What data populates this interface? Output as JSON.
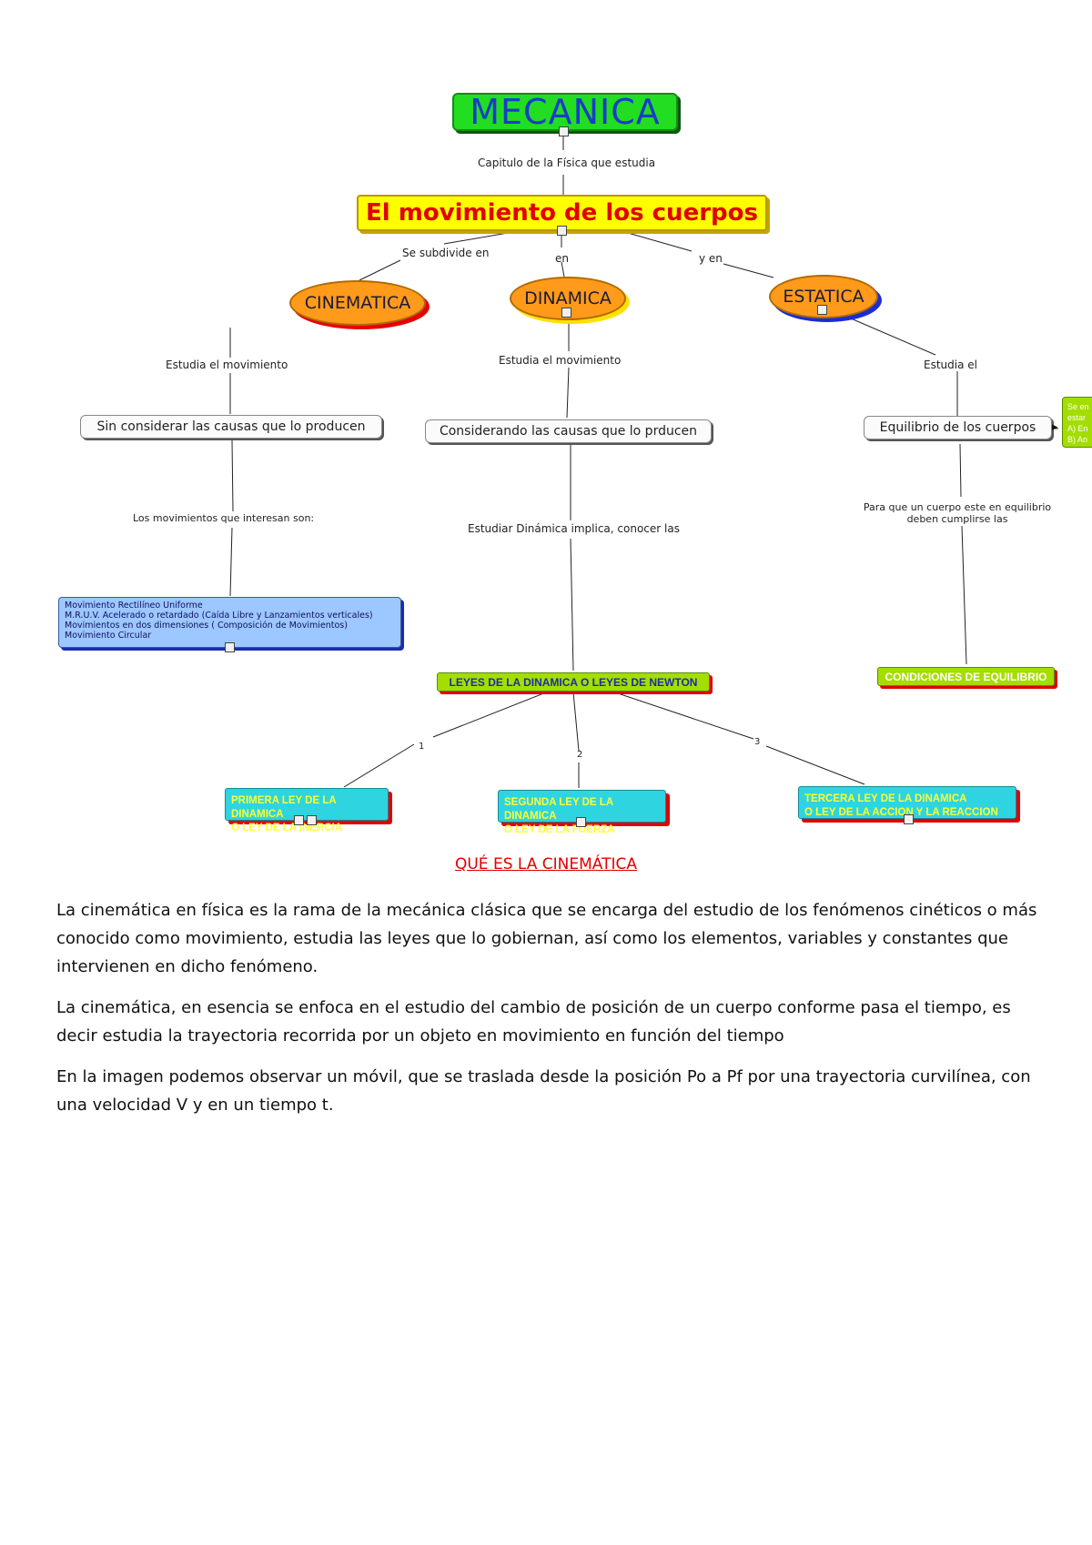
{
  "concept_map": {
    "root": "MECANICA",
    "root_link": "Capitulo de la Física que estudia",
    "topic": "El movimiento de los cuerpos",
    "branch_links": {
      "left": "Se subdivide en",
      "center": "en",
      "right": "y en"
    },
    "branches": {
      "cinematica": {
        "label": "CINEMATICA",
        "link1": "Estudia el movimiento",
        "box": "Sin considerar las causas que lo producen",
        "link2": "Los movimientos que interesan son:",
        "movements": [
          "Movimiento Rectilíneo Uniforme",
          "M.R.U.V. Acelerado o retardado (Caída Libre y Lanzamientos verticales)",
          "Movimientos en dos dimensiones ( Composición de Movimientos)",
          "Movimiento Circular"
        ]
      },
      "dinamica": {
        "label": "DINAMICA",
        "link1": "Estudia el movimiento",
        "box": "Considerando las causas que lo prducen",
        "link2": "Estudiar Dinámica implica, conocer las",
        "laws_box": "LEYES DE LA DINAMICA  O  LEYES DE NEWTON",
        "law_links": [
          "1",
          "2",
          "3"
        ],
        "laws": [
          {
            "line1": "PRIMERA LEY DE LA DINAMICA",
            "line2": "O LEY DE LA INERCIA"
          },
          {
            "line1": "SEGUNDA LEY DE LA DINAMICA",
            "line2": "O LEY DE LA FUERZA"
          },
          {
            "line1": "TERCERA LEY DE LA DINAMICA",
            "line2": "O LEY DE LA ACCION Y LA REACCION"
          }
        ]
      },
      "estatica": {
        "label": "ESTATICA",
        "link1": "Estudia el",
        "box": "Equilibrio de los cuerpos",
        "link2_line1": "Para que un cuerpo este en equilibrio",
        "link2_line2": "deben cumplirse las",
        "conditions_box": "CONDICIONES DE EQUILIBRIO",
        "side_box": [
          "Se en",
          "estar",
          "A) En",
          "B) An"
        ]
      }
    }
  },
  "article": {
    "heading": "QUÉ ES LA CINEMÁTICA",
    "paragraphs": [
      "La cinemática en física es la rama de la mecánica clásica que se encarga del estudio de los fenómenos cinéticos o más conocido como movimiento, estudia las leyes que lo gobiernan, así como los elementos, variables y constantes que intervienen en dicho fenómeno.",
      "La cinemática, en esencia se enfoca en el estudio del cambio de posición de un cuerpo conforme pasa el tiempo, es decir estudia la trayectoria recorrida por un objeto en movimiento en función del tiempo",
      "En la imagen podemos observar un móvil, que se traslada desde la posición Po a Pf por una trayectoria curvilínea, con una velocidad V y en un tiempo t."
    ]
  },
  "colors": {
    "root_bg": "#22dd22",
    "root_text": "#1a3cc9",
    "topic_bg": "#ffff00",
    "topic_text": "#e10000",
    "oval_bg": "#ff9a1a",
    "blue_box": "#9cc7ff",
    "green_box": "#a4dd00",
    "cyan_box": "#2ed4e0",
    "law_text": "#ffff33",
    "heading": "#e00000"
  }
}
